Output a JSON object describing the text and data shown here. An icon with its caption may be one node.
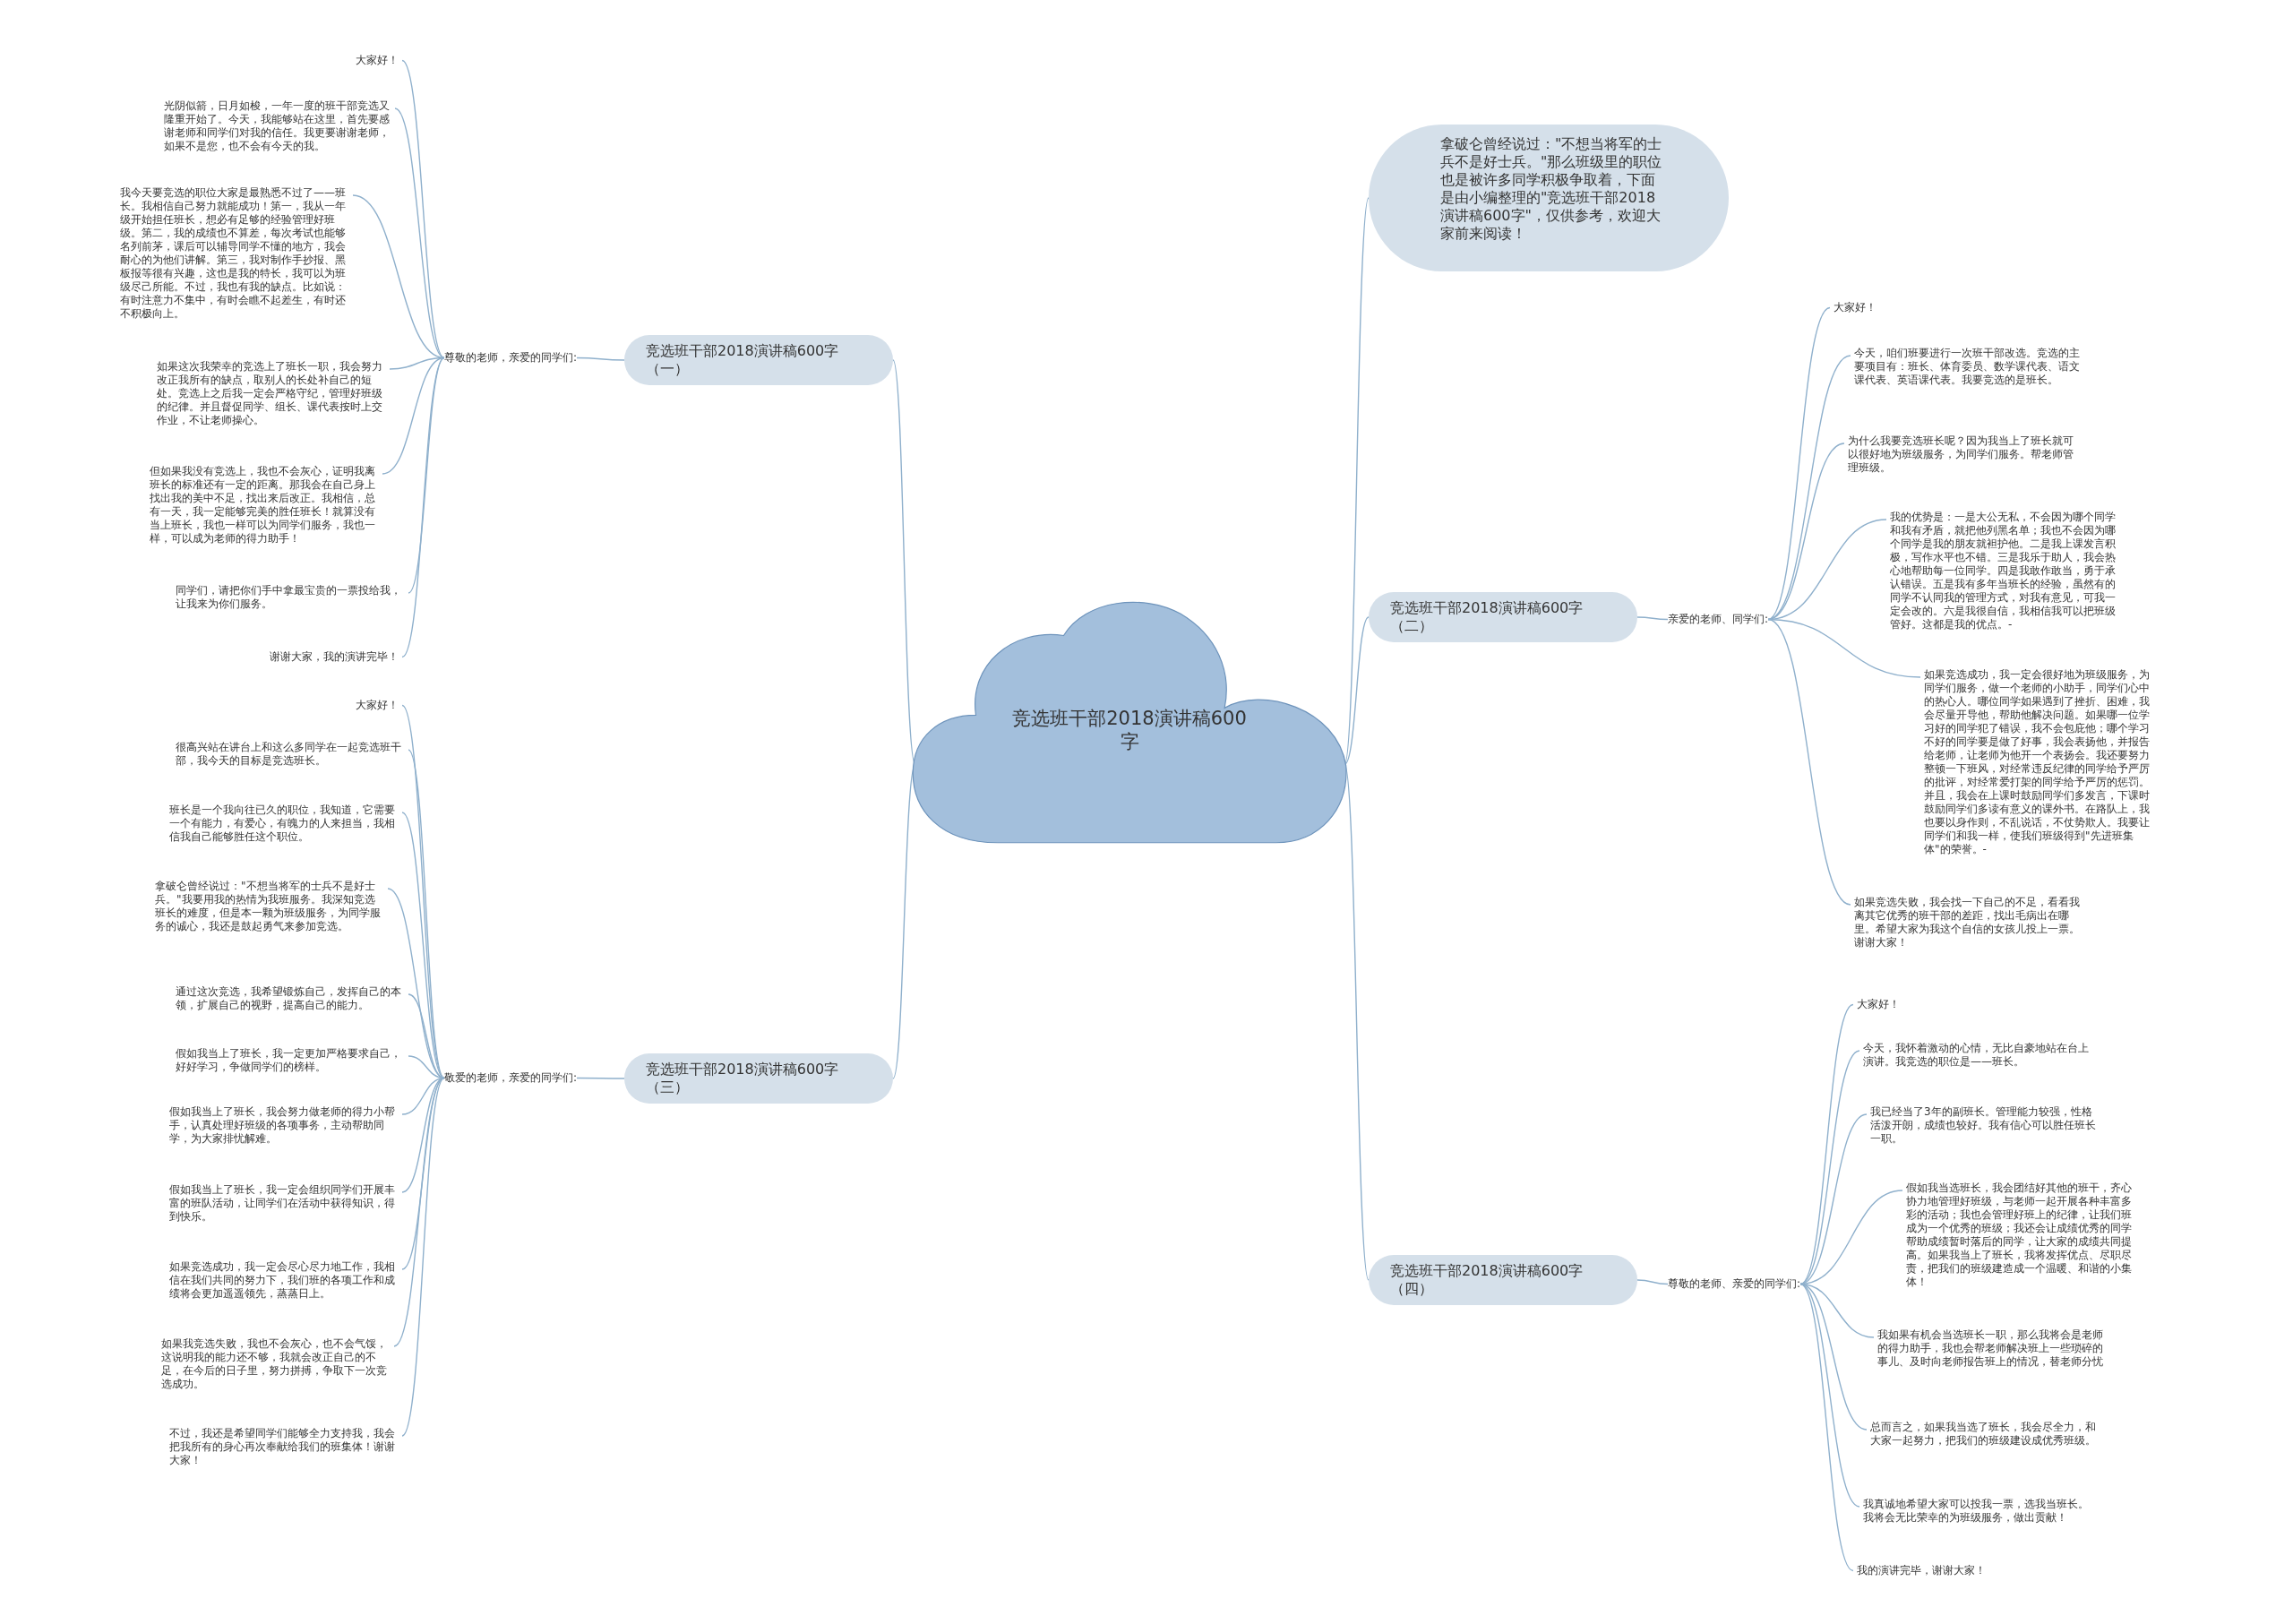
{
  "diagram": {
    "nodes": [
      {
        "text": [
          "竞选班干部2018演讲稿600字"
        ]
      },
      {
        "text": [
          "拿破仑曾经说过：\"不想当将军的士兵不是好士兵。\"那么班级里的职位也是被许多同学积极争取着，下面是由小编整理的\"竞选班干部2018演讲稿600字\"，仅供参考，欢迎大家前来阅读！"
        ]
      },
      {
        "text": [
          "竞选班干部2018演讲稿600字（一）"
        ]
      },
      {
        "text": [
          "尊敬的老师，亲爱的同学们:"
        ]
      },
      {
        "text": [
          "大家好！"
        ]
      },
      {
        "text": [
          "光阴似箭，日月如梭，一年一度的班干部竞选又隆重开始了。今天，我能够站在这里，首先要感谢老师和同学们对我的信任。我更要谢谢老师，如果不是您，也不会有今天的我。"
        ]
      },
      {
        "text": [
          "我今天要竞选的职位大家是最熟悉不过了——班长。我相信自己努力就能成功！第一，我从一年级开始担任班长，想必有足够的经验管理好班级。第二，我的成绩也不算差，每次考试也能够名列前茅，课后可以辅导同学不懂的地方，我会耐心的为他们讲解。第三，我对制作手抄报、黑板报等很有兴趣，这也是我的特长，我可以为班级尽己所能。不过，我也有我的缺点。比如说：有时注意力不集中，有时会瞧不起差生，有时还不积极向上。"
        ]
      },
      {
        "text": [
          "如果这次我荣幸的竞选上了班长一职，我会努力改正我所有的缺点，取别人的长处补自己的短处。竞选上之后我一定会严格守纪，管理好班级的纪律。并且督促同学、组长、课代表按时上交作业，不让老师操心。"
        ]
      },
      {
        "text": [
          "但如果我没有竞选上，我也不会灰心，证明我离班长的标准还有一定的距离。那我会在自己身上找出我的美中不足，找出来后改正。我相信，总有一天，我一定能够完美的胜任班长！就算没有当上班长，我也一样可以为同学们服务，我也一样，可以成为老师的得力助手！"
        ]
      },
      {
        "text": [
          "同学们，请把你们手中拿最宝贵的一票投给我，让我来为你们服务。"
        ]
      },
      {
        "text": [
          "谢谢大家，我的演讲完毕！"
        ]
      },
      {
        "text": [
          "竞选班干部2018演讲稿600字（二）"
        ]
      },
      {
        "text": [
          "亲爱的老师、同学们:"
        ]
      },
      {
        "text": [
          "大家好！"
        ]
      },
      {
        "text": [
          "今天，咱们班要进行一次班干部改选。竞选的主要项目有：班长、体育委员、数学课代表、语文课代表、英语课代表。我要竞选的是班长。"
        ]
      },
      {
        "text": [
          "为什么我要竞选班长呢？因为我当上了班长就可以很好地为班级服务，为同学们服务。帮老师管理班级。"
        ]
      },
      {
        "text": [
          "我的优势是：一是大公无私，不会因为哪个同学和我有矛盾，就把他列黑名单；我也不会因为哪个同学是我的朋友就袒护他。二是我上课发言积极，写作水平也不错。三是我乐于助人，我会热心地帮助每一位同学。四是我敢作敢当，勇于承认错误。五是我有多年当班长的经验，虽然有的同学不认同我的管理方式，对我有意见，可我一定会改的。六是我很自信，我相信我可以把班级管好。这都是我的优点。-"
        ]
      },
      {
        "text": [
          "如果竞选成功，我一定会很好地为班级服务，为同学们服务，做一个老师的小助手，同学们心中的热心人。哪位同学如果遇到了挫折、困难，我会尽量开导他，帮助他解决问题。如果哪一位学习好的同学犯了错误，我不会包庇他；哪个学习不好的同学要是做了好事，我会表扬他，并报告给老师，让老师为他开一个表扬会。我还要努力整顿一下班风，对经常违反纪律的同学给予严厉的批评，对经常爱打架的同学给予严厉的惩罚。并且，我会在上课时鼓励同学们多发言，下课时鼓励同学们多读有意义的课外书。在路队上，我也要以身作则，不乱说话，不仗势欺人。我要让同学们和我一样，使我们班级得到\"先进班集体\"的荣誉。-"
        ]
      },
      {
        "text": [
          "如果竞选失败，我会找一下自己的不足，看看我离其它优秀的班干部的差距，找出毛病出在哪里。希望大家为我这个自信的女孩儿投上一票。谢谢大家！"
        ]
      },
      {
        "text": [
          "竞选班干部2018演讲稿600字（三）"
        ]
      },
      {
        "text": [
          "敬爱的老师，亲爱的同学们:"
        ]
      },
      {
        "text": [
          "大家好！"
        ]
      },
      {
        "text": [
          "很高兴站在讲台上和这么多同学在一起竞选班干部，我今天的目标是竞选班长。"
        ]
      },
      {
        "text": [
          "班长是一个我向往已久的职位，我知道，它需要一个有能力，有爱心，有魄力的人来担当，我相信我自己能够胜任这个职位。"
        ]
      },
      {
        "text": [
          "拿破仑曾经说过：\"不想当将军的士兵不是好士兵。\"我要用我的热情为我班服务。我深知竞选班长的难度，但是本一颗为班级服务，为同学服务的诚心，我还是鼓起勇气来参加竞选。"
        ]
      },
      {
        "text": [
          "通过这次竞选，我希望锻炼自己，发挥自己的本领，扩展自己的视野，提高自己的能力。"
        ]
      },
      {
        "text": [
          "假如我当上了班长，我一定更加严格要求自己，好好学习，争做同学们的榜样。"
        ]
      },
      {
        "text": [
          "假如我当上了班长，我会努力做老师的得力小帮手，认真处理好班级的各项事务，主动帮助同学，为大家排忧解难。"
        ]
      },
      {
        "text": [
          "假如我当上了班长，我一定会组织同学们开展丰富的班队活动，让同学们在活动中获得知识，得到快乐。"
        ]
      },
      {
        "text": [
          "如果竞选成功，我一定会尽心尽力地工作，我相信在我们共同的努力下，我们班的各项工作和成绩将会更加遥遥领先，蒸蒸日上。"
        ]
      },
      {
        "text": [
          "如果我竞选失败，我也不会灰心，也不会气馁，这说明我的能力还不够，我就会改正自己的不足，在今后的日子里，努力拼搏，争取下一次竞选成功。"
        ]
      },
      {
        "text": [
          "不过，我还是希望同学们能够全力支持我，我会把我所有的身心再次奉献给我们的班集体！谢谢大家！"
        ]
      },
      {
        "text": [
          "竞选班干部2018演讲稿600字（四）"
        ]
      },
      {
        "text": [
          "尊敬的老师、亲爱的同学们:"
        ]
      },
      {
        "text": [
          "大家好！"
        ]
      },
      {
        "text": [
          "今天，我怀着激动的心情，无比自豪地站在台上演讲。我竞选的职位是——班长。"
        ]
      },
      {
        "text": [
          "我已经当了3年的副班长。管理能力较强，性格活泼开朗，成绩也较好。我有信心可以胜任班长一职。"
        ]
      },
      {
        "text": [
          "假如我当选班长，我会团结好其他的班干，齐心协力地管理好班级，与老师一起开展各种丰富多彩的活动；我也会管理好班上的纪律，让我们班成为一个优秀的班级；我还会让成绩优秀的同学帮助成绩暂时落后的同学，让大家的成绩共同提高。如果我当上了班长，我将发挥优点、尽职尽责，把我们的班级建造成一个温暖、和谐的小集体！"
        ]
      },
      {
        "text": [
          "我如果有机会当选班长一职，那么我将会是老师的得力助手，我也会帮老师解决班上一些琐碎的事儿、及时向老师报告班上的情况，替老师分忧"
        ]
      },
      {
        "text": [
          "总而言之，如果我当选了班长，我会尽全力，和大家一起努力，把我们的班级建设成优秀班级。"
        ]
      },
      {
        "text": [
          "我真诚地希望大家可以投我一票，选我当班长。我将会无比荣幸的为班级服务，做出贡献！"
        ]
      },
      {
        "text": [
          "我的演讲完毕，谢谢大家！"
        ]
      }
    ],
    "edges": [
      {
        "from": 0,
        "to": 1,
        "arrow": "none"
      },
      {
        "from": 0,
        "to": 2,
        "arrow": "none"
      },
      {
        "from": 2,
        "to": 3,
        "arrow": "none"
      },
      {
        "from": 3,
        "to": 4,
        "arrow": "none"
      },
      {
        "from": 3,
        "to": 5,
        "arrow": "none"
      },
      {
        "from": 3,
        "to": 6,
        "arrow": "none"
      },
      {
        "from": 3,
        "to": 7,
        "arrow": "none"
      },
      {
        "from": 3,
        "to": 8,
        "arrow": "none"
      },
      {
        "from": 3,
        "to": 9,
        "arrow": "none"
      },
      {
        "from": 3,
        "to": 10,
        "arrow": "none"
      },
      {
        "from": 0,
        "to": 11,
        "arrow": "none"
      },
      {
        "from": 11,
        "to": 12,
        "arrow": "none"
      },
      {
        "from": 12,
        "to": 13,
        "arrow": "none"
      },
      {
        "from": 12,
        "to": 14,
        "arrow": "none"
      },
      {
        "from": 12,
        "to": 15,
        "arrow": "none"
      },
      {
        "from": 12,
        "to": 16,
        "arrow": "none"
      },
      {
        "from": 12,
        "to": 17,
        "arrow": "none"
      },
      {
        "from": 12,
        "to": 18,
        "arrow": "none"
      },
      {
        "from": 0,
        "to": 19,
        "arrow": "none"
      },
      {
        "from": 19,
        "to": 20,
        "arrow": "none"
      },
      {
        "from": 20,
        "to": 21,
        "arrow": "none"
      },
      {
        "from": 20,
        "to": 22,
        "arrow": "none"
      },
      {
        "from": 20,
        "to": 23,
        "arrow": "none"
      },
      {
        "from": 20,
        "to": 24,
        "arrow": "none"
      },
      {
        "from": 20,
        "to": 25,
        "arrow": "none"
      },
      {
        "from": 20,
        "to": 26,
        "arrow": "none"
      },
      {
        "from": 20,
        "to": 27,
        "arrow": "none"
      },
      {
        "from": 20,
        "to": 28,
        "arrow": "none"
      },
      {
        "from": 20,
        "to": 29,
        "arrow": "none"
      },
      {
        "from": 20,
        "to": 30,
        "arrow": "none"
      },
      {
        "from": 20,
        "to": 31,
        "arrow": "none"
      },
      {
        "from": 0,
        "to": 32,
        "arrow": "none"
      },
      {
        "from": 32,
        "to": 33,
        "arrow": "none"
      },
      {
        "from": 33,
        "to": 34,
        "arrow": "none"
      },
      {
        "from": 33,
        "to": 35,
        "arrow": "none"
      },
      {
        "from": 33,
        "to": 36,
        "arrow": "none"
      },
      {
        "from": 33,
        "to": 37,
        "arrow": "none"
      },
      {
        "from": 33,
        "to": 38,
        "arrow": "none"
      },
      {
        "from": 33,
        "to": 39,
        "arrow": "none"
      },
      {
        "from": 33,
        "to": 40,
        "arrow": "none"
      },
      {
        "from": 33,
        "to": 41,
        "arrow": "none"
      }
    ]
  }
}
